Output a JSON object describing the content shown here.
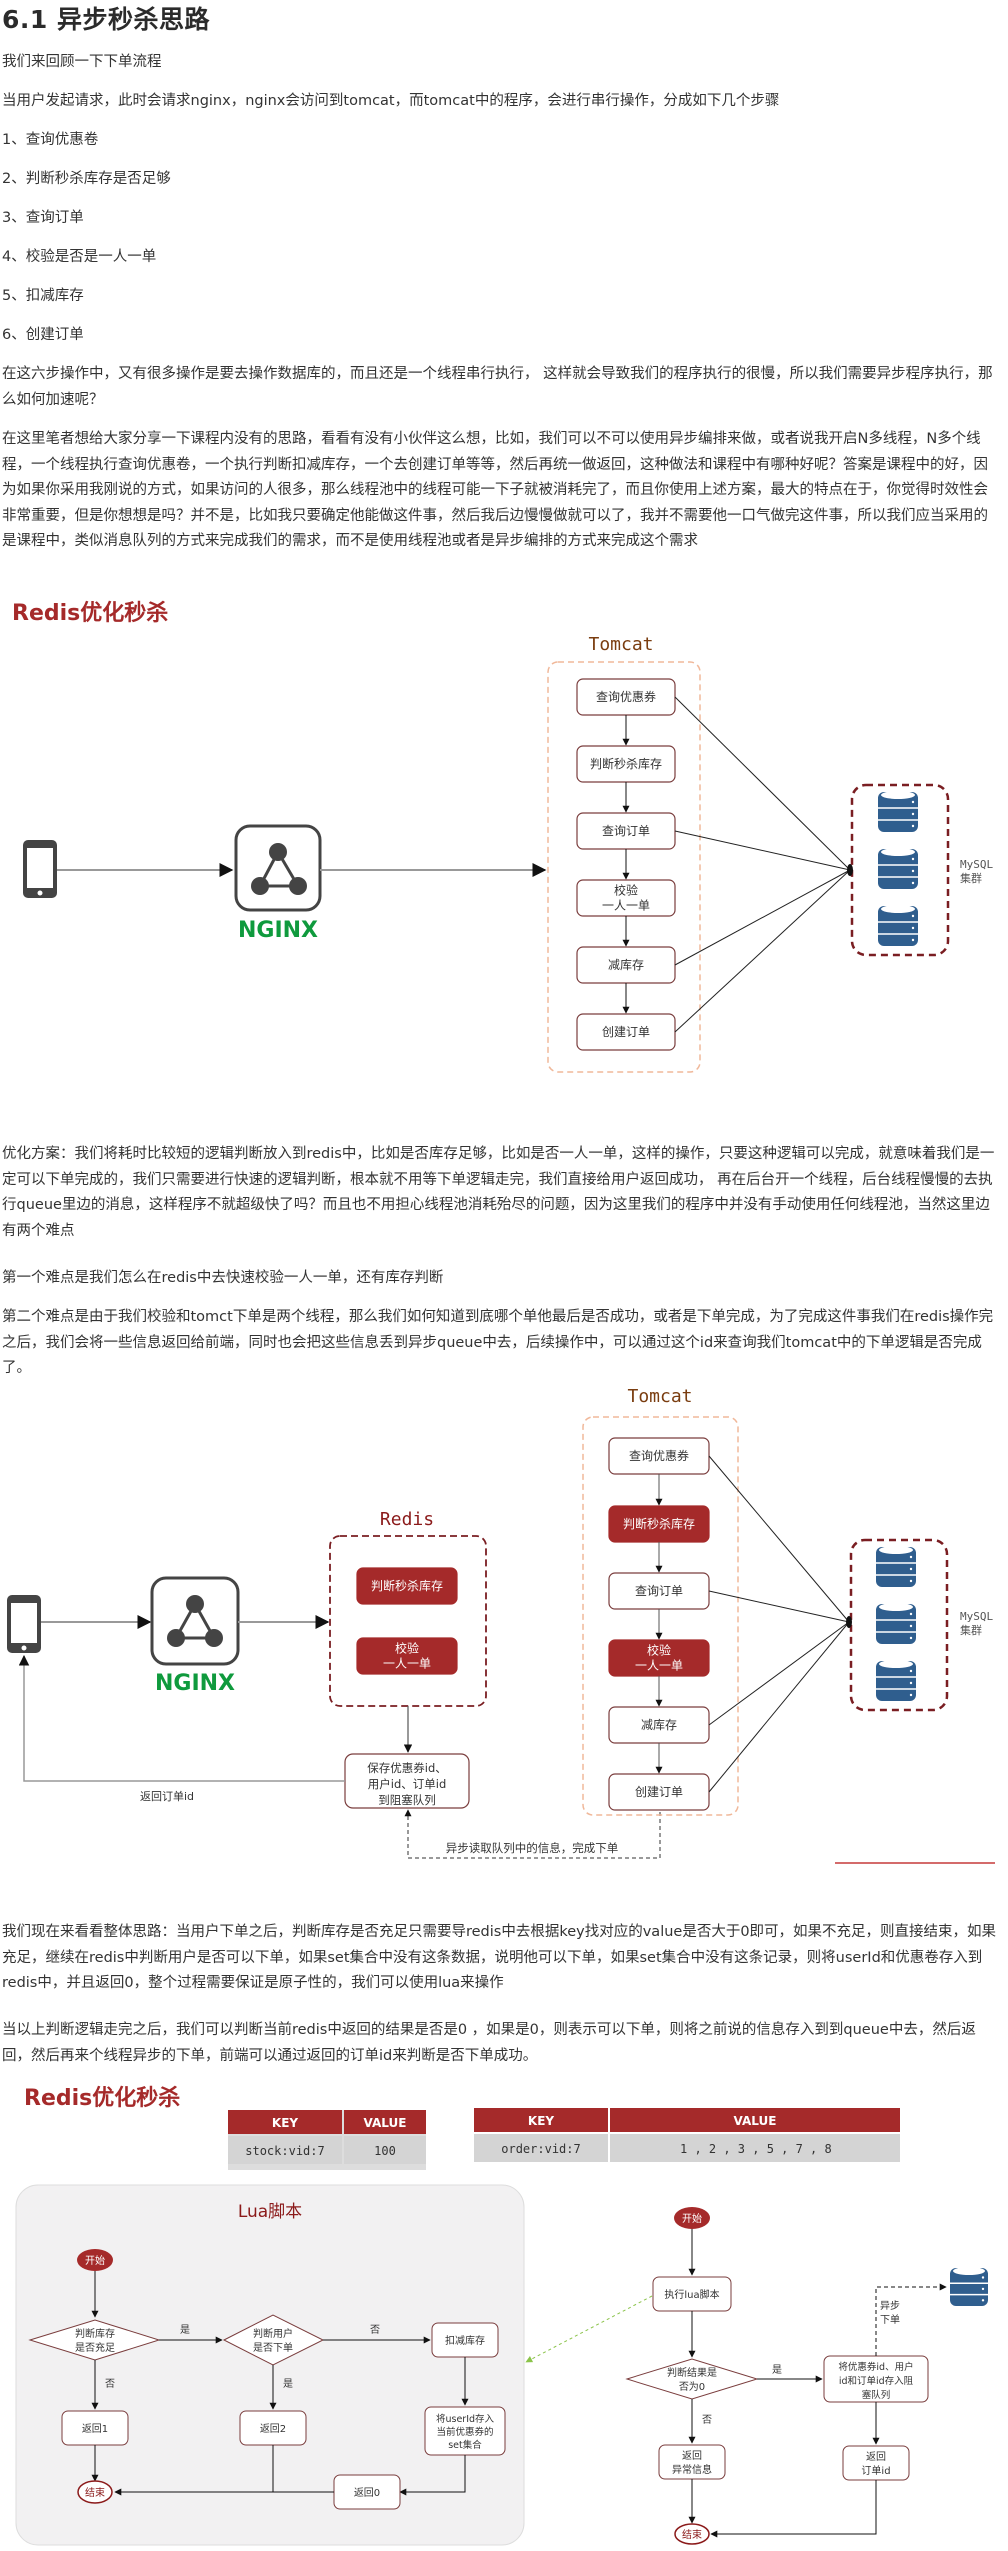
{
  "heading": "6.1 异步秒杀思路",
  "paragraphs": {
    "intro": "我们来回顾一下下单流程",
    "request": "当用户发起请求，此时会请求nginx，nginx会访问到tomcat，而tomcat中的程序，会进行串行操作，分成如下几个步骤",
    "steps": [
      "1、查询优惠卷",
      "2、判断秒杀库存是否足够",
      "3、查询订单",
      "4、校验是否是一人一单",
      "5、扣减库存",
      "6、创建订单"
    ],
    "slow": "在这六步操作中，又有很多操作是要去操作数据库的，而且还是一个线程串行执行， 这样就会导致我们的程序执行的很慢，所以我们需要异步程序执行，那么如何加速呢？",
    "idea": "在这里笔者想给大家分享一下课程内没有的思路，看看有没有小伙伴这么想，比如，我们可以不可以使用异步编排来做，或者说我开启N多线程，N多个线程，一个线程执行查询优惠卷，一个执行判断扣减库存，一个去创建订单等等，然后再统一做返回，这种做法和课程中有哪种好呢？答案是课程中的好，因为如果你采用我刚说的方式，如果访问的人很多，那么线程池中的线程可能一下子就被消耗完了，而且你使用上述方案，最大的特点在于，你觉得时效性会非常重要，但是你想想是吗？并不是，比如我只要确定他能做这件事，然后我后边慢慢做就可以了，我并不需要他一口气做完这件事，所以我们应当采用的是课程中，类似消息队列的方式来完成我们的需求，而不是使用线程池或者是异步编排的方式来完成这个需求",
    "plan": "优化方案：我们将耗时比较短的逻辑判断放入到redis中，比如是否库存足够，比如是否一人一单，这样的操作，只要这种逻辑可以完成，就意味着我们是一定可以下单完成的，我们只需要进行快速的逻辑判断，根本就不用等下单逻辑走完，我们直接给用户返回成功， 再在后台开一个线程，后台线程慢慢的去执行queue里边的消息，这样程序不就超级快了吗？而且也不用担心线程池消耗殆尽的问题，因为这里我们的程序中并没有手动使用任何线程池，当然这里边有两个难点",
    "difficulty1": "第一个难点是我们怎么在redis中去快速校验一人一单，还有库存判断",
    "difficulty2": "第二个难点是由于我们校验和tomct下单是两个线程，那么我们如何知道到底哪个单他最后是否成功，或者是下单完成，为了完成这件事我们在redis操作完之后，我们会将一些信息返回给前端，同时也会把这些信息丢到异步queue中去，后续操作中，可以通过这个id来查询我们tomcat中的下单逻辑是否完成了。",
    "overall": "我们现在来看看整体思路：当用户下单之后，判断库存是否充足只需要导redis中去根据key找对应的value是否大于0即可，如果不充足，则直接结束，如果充足，继续在redis中判断用户是否可以下单，如果set集合中没有这条数据，说明他可以下单，如果set集合中没有这条记录，则将userId和优惠卷存入到redis中，并且返回0，整个过程需要保证是原子性的，我们可以使用lua来操作",
    "after": "当以上判断逻辑走完之后，我们可以判断当前redis中返回的结果是否是0 ，如果是0，则表示可以下单，则将之前说的信息存入到到queue中去，然后返回，然后再来个线程异步的下单，前端可以通过返回的订单id来判断是否下单成功。"
  },
  "diagram1": {
    "title": "Redis优化秒杀",
    "tomcat_label": "Tomcat",
    "nginx_label": "NGINX",
    "steps": [
      "查询优惠券",
      "判断秒杀库存",
      "查询订单",
      "校验\n一人一单",
      "减库存",
      "创建订单"
    ],
    "mysql_label": [
      "MySQL",
      "集群"
    ]
  },
  "diagram2": {
    "redis_label": "Redis",
    "tomcat_label": "Tomcat",
    "nginx_label": "NGINX",
    "redis_steps": [
      "判断秒杀库存",
      "校验\n一人一单"
    ],
    "tomcat_steps": [
      "查询优惠券",
      "判断秒杀库存",
      "查询订单",
      "校验\n一人一单",
      "减库存",
      "创建订单"
    ],
    "tomcat_highlight": [
      false,
      true,
      false,
      true,
      false,
      false
    ],
    "queue_box": [
      "保存优惠券id、",
      "用户id、订单id",
      "到阻塞队列"
    ],
    "return_label": "返回订单id",
    "async_label": "异步读取队列中的信息，完成下单",
    "mysql_label": [
      "MySQL",
      "集群"
    ]
  },
  "diagram3": {
    "title": "Redis优化秒杀",
    "table1": {
      "headers": [
        "KEY",
        "VALUE"
      ],
      "rows": [
        [
          "stock:vid:7",
          "100"
        ]
      ]
    },
    "table2": {
      "headers": [
        "KEY",
        "VALUE"
      ],
      "rows": [
        [
          "order:vid:7",
          "1 , 2 , 3 , 5 , 7 , 8"
        ]
      ]
    },
    "lua": {
      "title": "Lua脚本",
      "start": "开始",
      "end": "结束",
      "check_stock": [
        "判断库存",
        "是否充足"
      ],
      "check_user": [
        "判断用户",
        "是否下单"
      ],
      "deduct": "扣减库存",
      "save_user": [
        "将userId存入",
        "当前优惠券的",
        "set集合"
      ],
      "ret1": "返回1",
      "ret2": "返回2",
      "ret0": "返回0",
      "yes": "是",
      "no": "否"
    },
    "flow": {
      "start": "开始",
      "end": "结束",
      "exec": "执行lua脚本",
      "check": [
        "判断结果是",
        "否为0"
      ],
      "enqueue": [
        "将优惠券id、用户",
        "id和订单id存入阻",
        "塞队列"
      ],
      "ret_err": [
        "返回",
        "异常信息"
      ],
      "ret_id": [
        "返回",
        "订单id"
      ],
      "async": [
        "异步",
        "下单"
      ],
      "yes": "是",
      "no": "否"
    }
  },
  "colors": {
    "brand_red": "#a52a2a",
    "nginx_green": "#0f9a3d",
    "db_blue": "#2f5e8e",
    "tomcat_border": "#f0b89a"
  }
}
